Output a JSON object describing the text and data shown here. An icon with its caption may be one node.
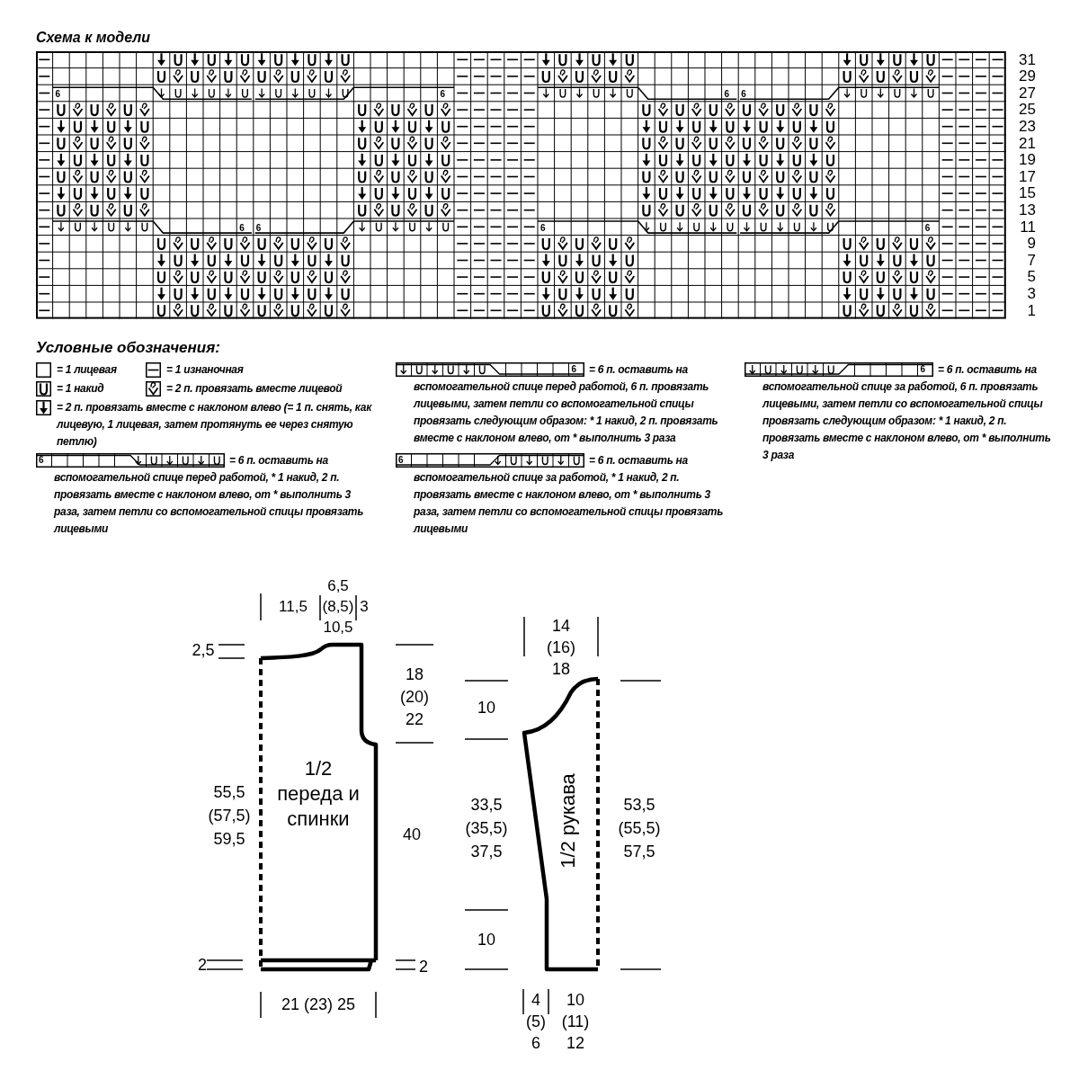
{
  "diagram": {
    "title": "Схема к модели",
    "nodes": [
      {
        "text": [
          "1/2 переда и спинки"
        ]
      },
      {
        "text": [
          "1/2 рукава"
        ]
      }
    ],
    "labels": [
      "31",
      "29",
      "27",
      "25",
      "23",
      "21",
      "19",
      "17",
      "15",
      "13",
      "11",
      "9",
      "7",
      "5",
      "3",
      "1",
      "6",
      "6",
      "6",
      "6",
      "6",
      "6",
      "6",
      "6",
      "Условные обозначения:",
      "6",
      "6",
      "6",
      "6",
      "11,5",
      "6,5 (8,5) 10,5",
      "3",
      "2,5",
      "18 (20) 22",
      "55,5 (57,5) 59,5",
      "40",
      "2",
      "2",
      "21 (23) 25",
      "14 (16) 18",
      "10",
      "33,5 (35,5) 37,5",
      "53,5 (55,5) 57,5",
      "10",
      "4 (5) 6",
      "10 (11) 12"
    ],
    "legend": [
      {
        "text": "= 1 лицевая"
      },
      {
        "text": "= 1 изнаночная"
      },
      {
        "text": "= 1 накид"
      },
      {
        "text": "= 2 п. провязать вместе лицевой"
      },
      {
        "text": "= 2 п. провязать вместе с наклоном влево (= 1 п. снять, как лицевую, 1 лицевая, затем протянуть ее через снятую петлю)"
      },
      {
        "text": "= 6 п. оставить на вспомогательной спице перед работой, * 1 накид, 2 п. провязать вместе с наклоном влево, от * выполнить 3 раза, затем петли со вспомогательной спицы провязать лицевыми"
      },
      {
        "text": "= 6 п. оставить на вспомогательной спице перед работой, 6 п. провязать лицевыми, затем петли со вспомогательной спицы провязать следующим образом: * 1 накид, 2 п. провязать вместе с наклоном влево, от * выполнить 3 раза"
      },
      {
        "text": "= 6 п. оставить на вспомогательной спице за работой, * 1 накид, 2 п. провязать вместе с наклоном влево, от * выполнить 3 раза, затем петли со вспомогательной спицы провязать лицевыми"
      },
      {
        "text": "= 6 п. оставить на вспомогательной спице за работой, 6 п. провязать лицевыми, затем петли со вспомогательной спицы провязать следующим образом: * 1 накид, 2 п. провязать вместе с наклоном влево, от * выполнить 3 раза"
      }
    ]
  }
}
